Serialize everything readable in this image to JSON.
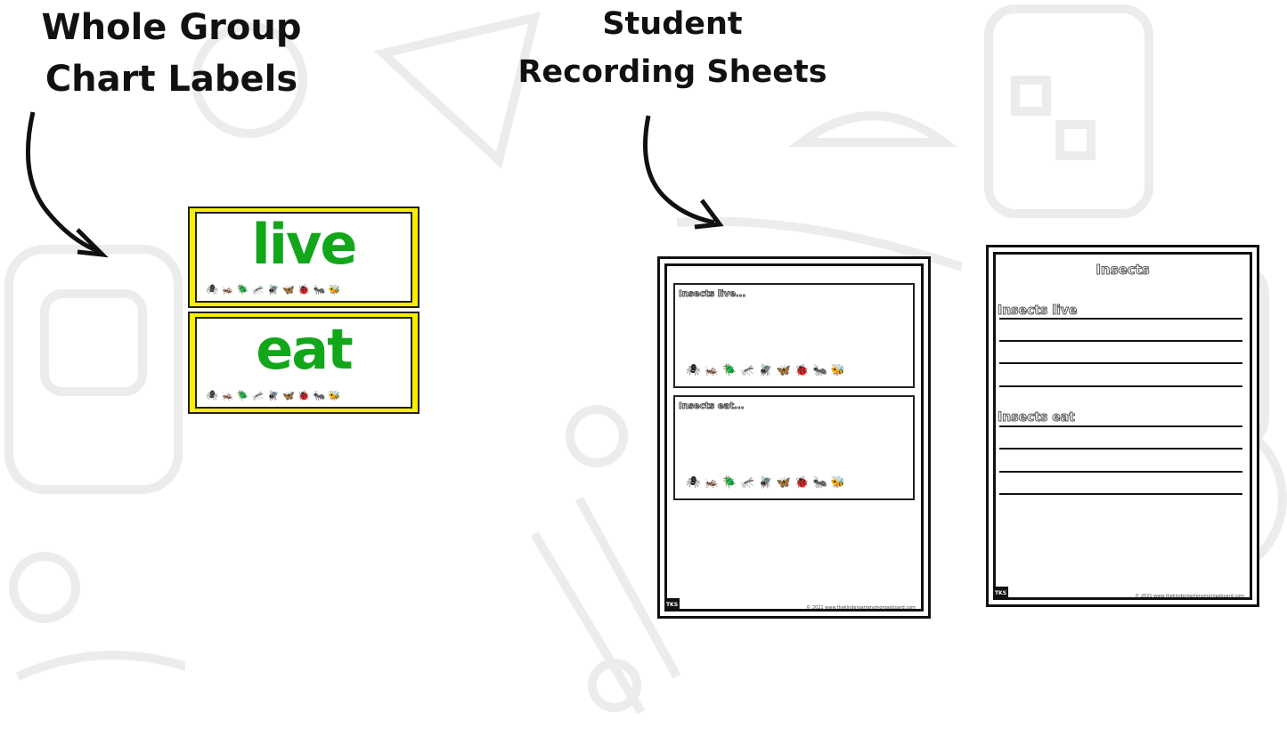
{
  "headings": {
    "left": [
      "Whole Group",
      "Chart Labels"
    ],
    "right": [
      "Student",
      "Recording Sheets"
    ]
  },
  "chart_labels": [
    {
      "word": "live",
      "icons": "🕷 🦗 🪲 🦟 🪰 🦋 🐞 🐜 🐝"
    },
    {
      "word": "eat",
      "icons": "🕷 🦗 🪲 🦟 🪰 🦋 🐞 🐜 🐝"
    }
  ],
  "sheet1": {
    "box1_label": "Insects live...",
    "box2_label": "Insects eat...",
    "icons": "🕷 🦗 🪲 🦟 🪰 🦋 🐞 🐜 🐝",
    "logo": "TKS",
    "footer": "© 2021 www.thekindergartensmorgasboard.com"
  },
  "sheet2": {
    "title": "Insects",
    "label_live": "Insects live",
    "label_eat": "Insects eat",
    "logo": "TKS",
    "footer": "© 2021 www.thekindergartensmorgasboard.com"
  },
  "colors": {
    "card_border": "#f7ee00",
    "word": "#12a61a"
  }
}
